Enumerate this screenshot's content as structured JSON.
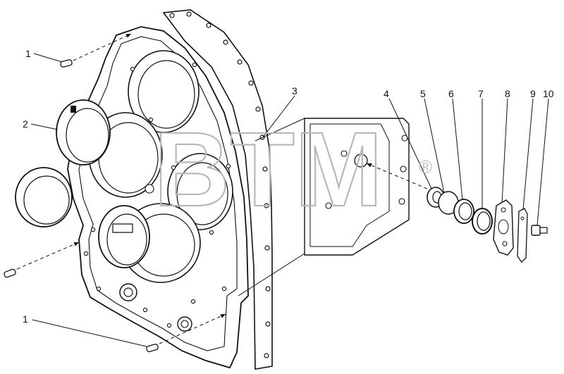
{
  "watermark": {
    "text": "BTM",
    "registered": "®"
  },
  "callouts": [
    "1",
    "2",
    "3",
    "4",
    "5",
    "6",
    "7",
    "8",
    "9",
    "10",
    "1"
  ]
}
